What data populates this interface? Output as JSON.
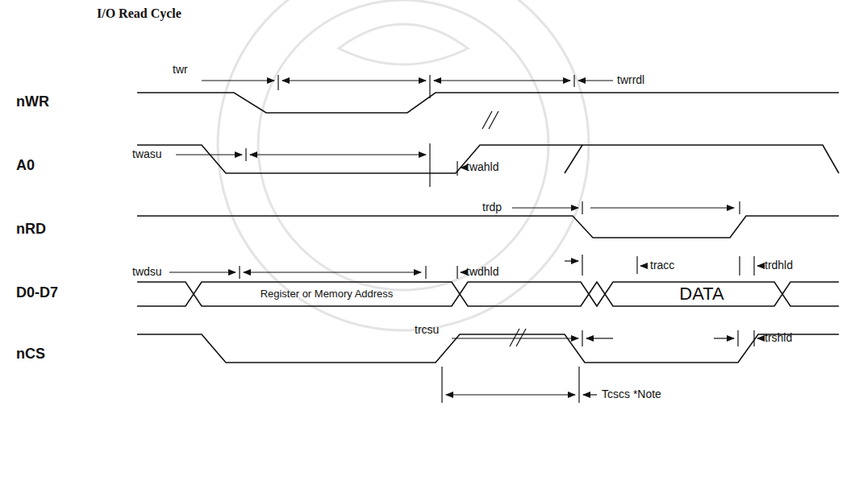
{
  "diagram": {
    "title": "I/O Read Cycle",
    "labels": [
      "twr",
      "twrrdl",
      "nWR",
      "twasu",
      "twahld",
      "A0",
      "trdp",
      "nRD",
      "twdsu",
      "twdhld",
      "tracc",
      "trdhld",
      "D0-D7",
      "Register or Memory Address",
      "DATA",
      "trcsu",
      "trshld",
      "nCS",
      "Tcscs *Note"
    ]
  }
}
